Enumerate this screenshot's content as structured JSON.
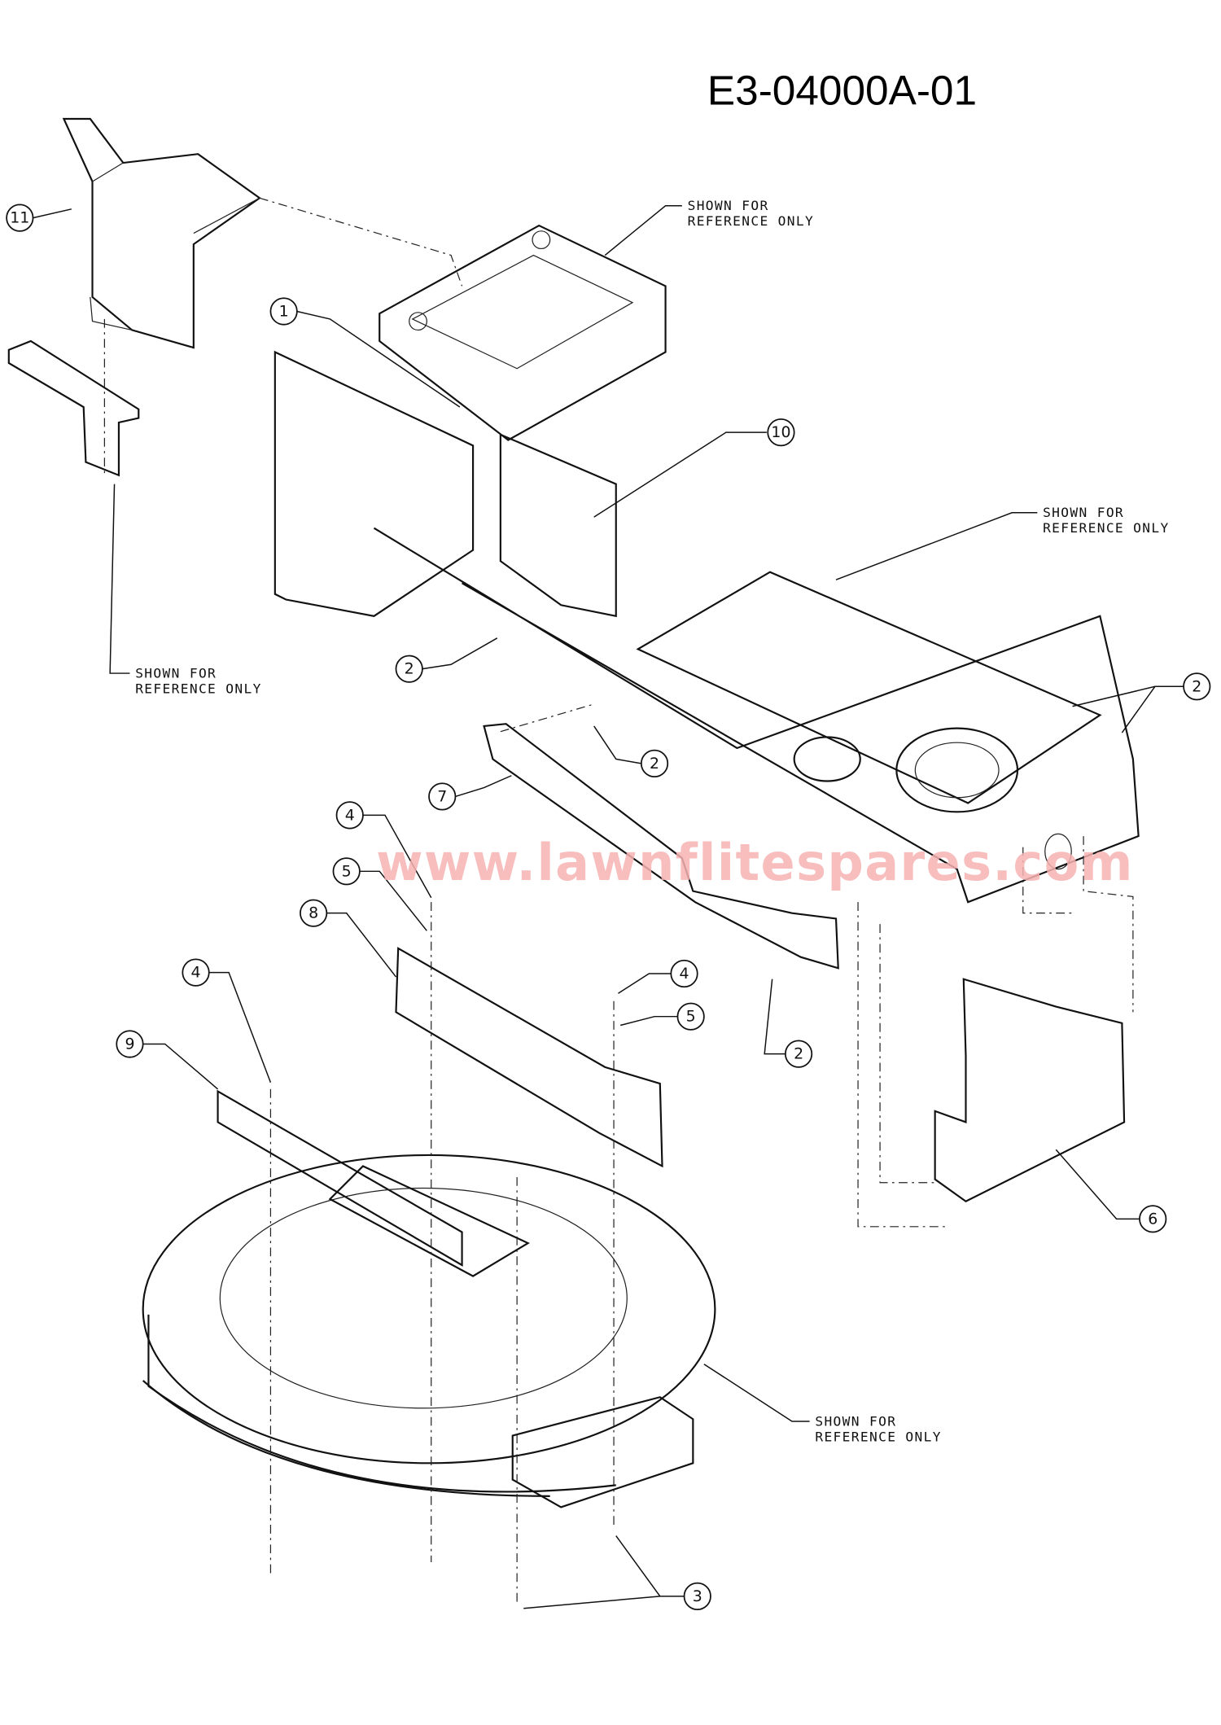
{
  "diagram_id": "E3-04000A-01",
  "watermark": "www.lawnflitespares.com",
  "reference_notes": [
    {
      "line1": "SHOWN FOR",
      "line2": "REFERENCE ONLY"
    },
    {
      "line1": "SHOWN FOR",
      "line2": "REFERENCE ONLY"
    },
    {
      "line1": "SHOWN FOR",
      "line2": "REFERENCE ONLY"
    },
    {
      "line1": "SHOWN FOR",
      "line2": "REFERENCE ONLY"
    }
  ],
  "callouts": [
    "11",
    "1",
    "10",
    "2",
    "2",
    "2",
    "7",
    "4",
    "5",
    "8",
    "4",
    "9",
    "4",
    "5",
    "2",
    "6",
    "3"
  ],
  "colors": {
    "line": "#111111",
    "watermark": "#f7b3b3"
  }
}
